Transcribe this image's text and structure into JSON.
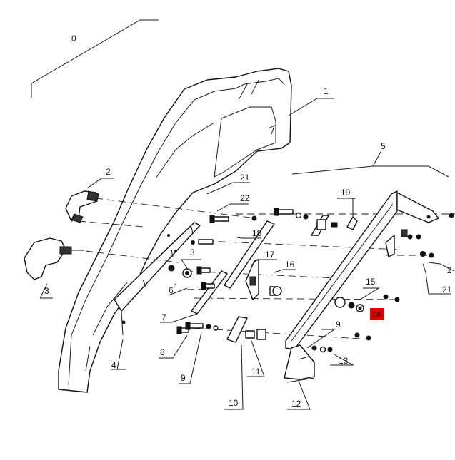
{
  "callouts": {
    "c0": "0",
    "c1": "1",
    "c2a": "2",
    "c2b": "2",
    "c3a": "3",
    "c3b": "3",
    "c4": "4",
    "c5": "5",
    "c6": "6",
    "c6sup": "*",
    "c7": "7",
    "c8": "8",
    "c9a": "9",
    "c9b": "9",
    "c10": "10",
    "c11": "11",
    "c12": "12",
    "c13": "13",
    "c14": "14",
    "c15": "15",
    "c16": "16",
    "c17": "17",
    "c18": "18",
    "c19": "19",
    "c21a": "21",
    "c21b": "21",
    "c22": "22"
  },
  "highlight": {
    "part": "14",
    "color": "#e00000"
  }
}
